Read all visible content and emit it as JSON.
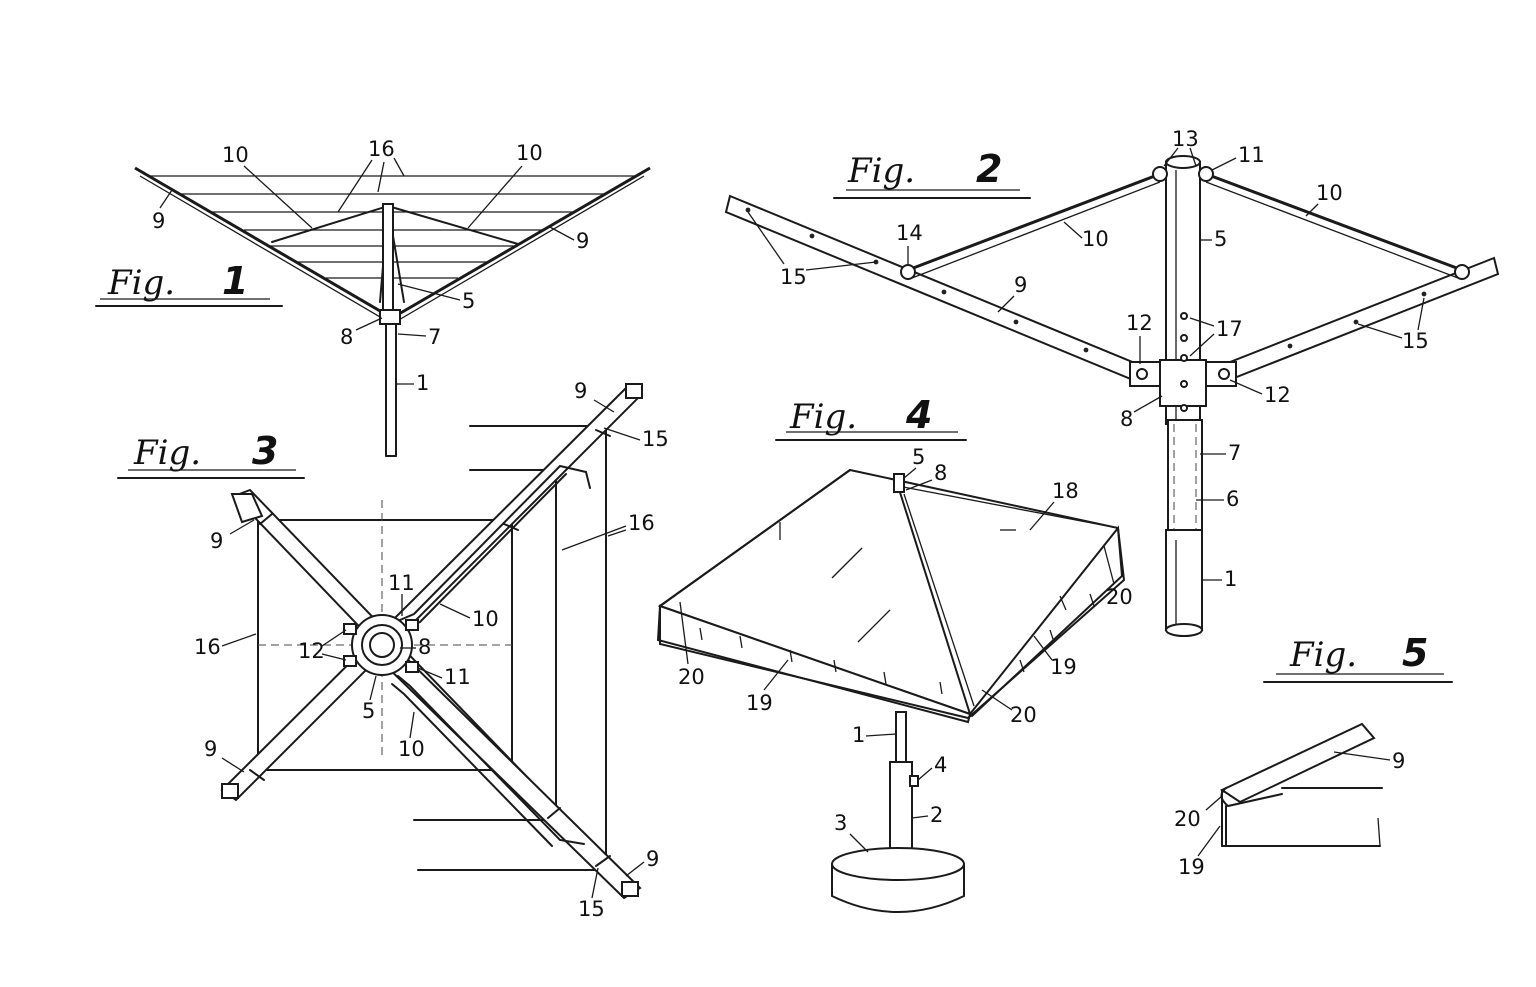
{
  "figures": {
    "fig1": {
      "caption": "Fig.",
      "number": "1"
    },
    "fig2": {
      "caption": "Fig.",
      "number": "2"
    },
    "fig3": {
      "caption": "Fig.",
      "number": "3"
    },
    "fig4": {
      "caption": "Fig.",
      "number": "4"
    },
    "fig5": {
      "caption": "Fig.",
      "number": "5"
    }
  },
  "refs": {
    "r1": "1",
    "r2": "2",
    "r3": "3",
    "r4": "4",
    "r5": "5",
    "r6": "6",
    "r7": "7",
    "r8": "8",
    "r9": "9",
    "r10": "10",
    "r11": "11",
    "r12": "12",
    "r13": "13",
    "r14": "14",
    "r15": "15",
    "r16": "16",
    "r17": "17",
    "r18": "18",
    "r19": "19",
    "r20": "20"
  },
  "colors": {
    "ink": "#1a1a1a",
    "paper": "#ffffff"
  }
}
